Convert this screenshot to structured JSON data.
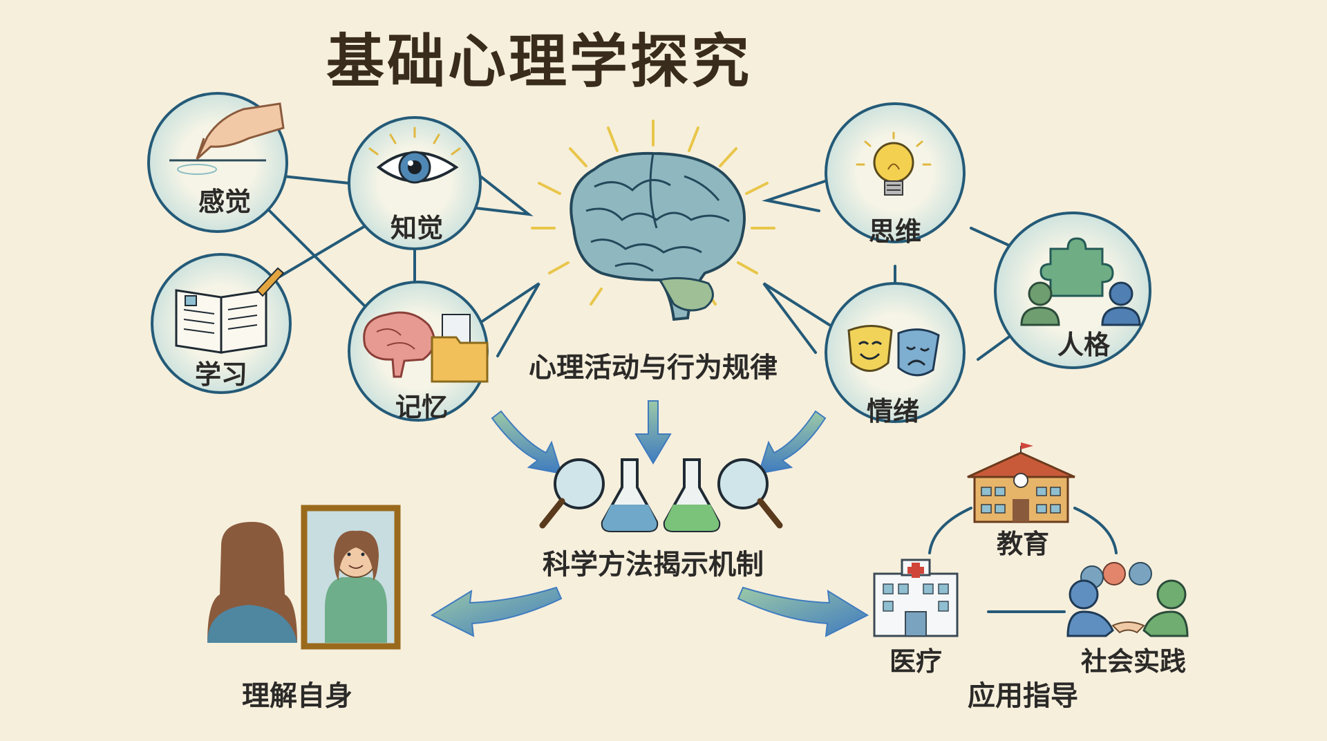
{
  "title": "基础心理学探究",
  "topics": {
    "sensation": "感觉",
    "perception": "知觉",
    "learning": "学习",
    "memory": "记忆",
    "thinking": "思维",
    "emotion": "情绪",
    "personality": "人格"
  },
  "center_label": "心理活动与行为规律",
  "method_label": "科学方法揭示机制",
  "self_label": "理解自身",
  "applications": {
    "education": "教育",
    "medical": "医疗",
    "social": "社会实践",
    "guidance": "应用指导"
  },
  "icons": [
    "hand-touch-icon",
    "eye-icon",
    "open-book-icon",
    "brain-folder-icon",
    "brain-icon",
    "lightbulb-icon",
    "puzzle-people-icon",
    "theater-masks-icon",
    "magnifier-icon",
    "flask-icon",
    "mirror-person-icon",
    "school-icon",
    "hospital-icon",
    "community-handshake-icon"
  ],
  "colors": {
    "background": "#f6efdc",
    "bubble_fill": "#e6f0ea",
    "bubble_stroke": "#245a78",
    "arrow_blue": "#4f86c0",
    "arrow_green": "#8fbf9a",
    "brain": "#6f9fb5",
    "glow": "#e9c64a"
  }
}
